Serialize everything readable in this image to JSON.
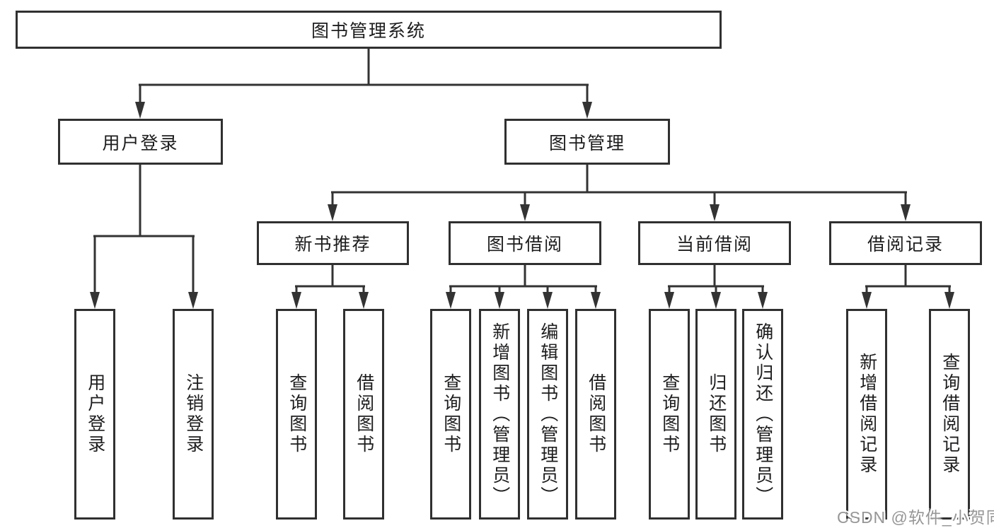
{
  "tree": {
    "label": "图书管理系统",
    "children": [
      {
        "label": "用户登录",
        "children": [
          {
            "label": "用户登录"
          },
          {
            "label": "注销登录"
          }
        ]
      },
      {
        "label": "图书管理",
        "children": [
          {
            "label": "新书推荐",
            "children": [
              {
                "label": "查询图书"
              },
              {
                "label": "借阅图书"
              }
            ]
          },
          {
            "label": "图书借阅",
            "children": [
              {
                "label": "查询图书"
              },
              {
                "label": "新增图书（管理员）"
              },
              {
                "label": "编辑图书（管理员）"
              },
              {
                "label": "借阅图书"
              }
            ]
          },
          {
            "label": "当前借阅",
            "children": [
              {
                "label": "查询图书"
              },
              {
                "label": "归还图书"
              },
              {
                "label": "确认归还（管理员）"
              }
            ]
          },
          {
            "label": "借阅记录",
            "children": [
              {
                "label": "新增借阅记录"
              },
              {
                "label": "查询借阅记录"
              }
            ]
          }
        ]
      }
    ]
  },
  "watermark": {
    "text": "CSDN @软件_小贺同学"
  },
  "colors": {
    "line": "#333333",
    "box_border": "#303030",
    "text": "#1d1d1f",
    "watermark": "#969696",
    "background": "#ffffff"
  }
}
